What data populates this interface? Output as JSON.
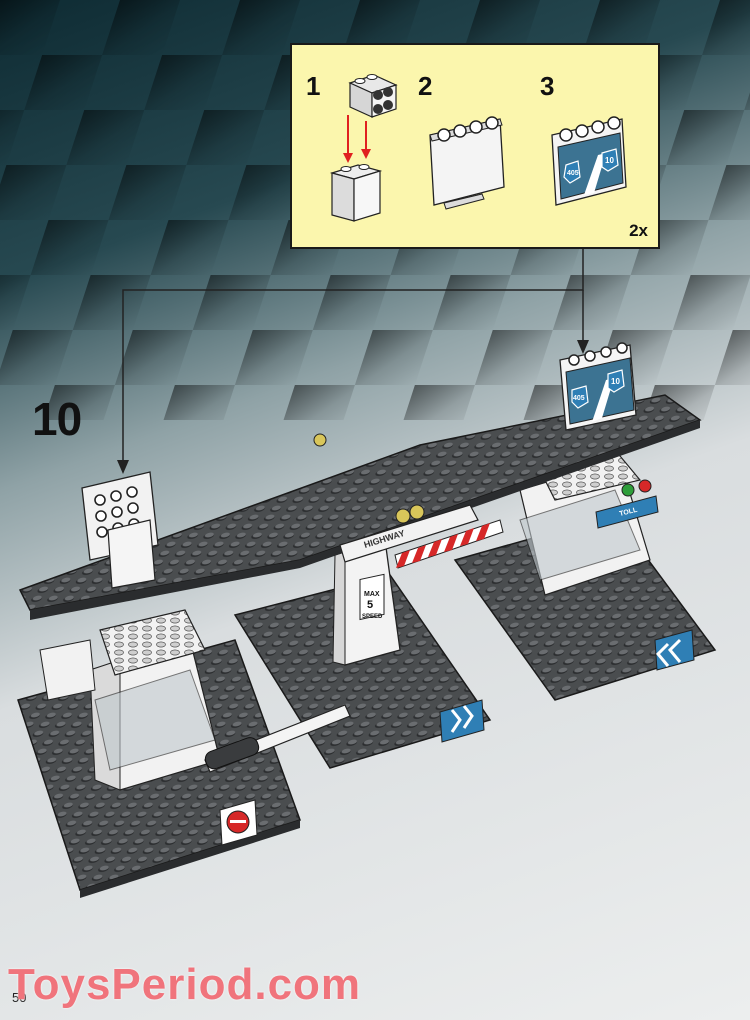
{
  "step_number": "10",
  "callout": {
    "substeps": [
      {
        "number": "1"
      },
      {
        "number": "2"
      },
      {
        "number": "3"
      }
    ],
    "quantity": "2x",
    "sign_label_a": "405",
    "sign_label_b": "10"
  },
  "overpass": {
    "gantry_label": "HIGHWAY",
    "pillar_label_1": "MAX",
    "pillar_label_2": "5",
    "pillar_label_3": "SPEED",
    "toll_label": "TOLL",
    "sign_label_a": "405",
    "sign_label_b": "10"
  },
  "page_number": "50",
  "watermark": "ToysPeriod.com",
  "colors": {
    "callout_bg": "#fbf6ad",
    "baseplate": "#4a4d4f",
    "brick_white": "#f3f3f3",
    "arrow_red": "#e02020",
    "sign_blue": "#2f7fb5",
    "watermark": "#f0747c"
  }
}
